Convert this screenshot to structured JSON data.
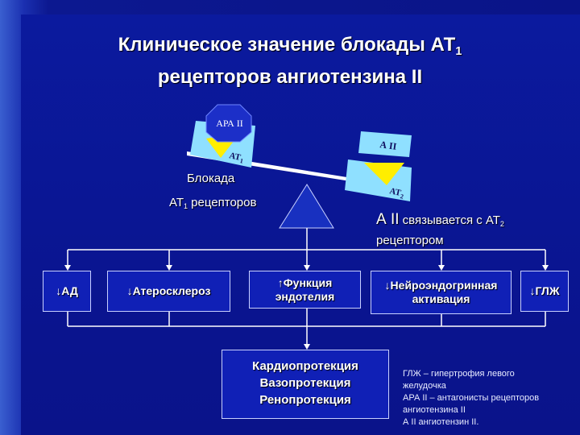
{
  "title": {
    "line1_main": "Клиническое значение блокады АТ",
    "line1_sub": "1",
    "line2": "рецепторов ангиотензина II"
  },
  "scale": {
    "left_octagon": "АРА II",
    "left_receptor": "АТ",
    "left_receptor_sub": "1",
    "right_ligand": "А II",
    "right_receptor": "АТ",
    "right_receptor_sub": "2"
  },
  "blockade_label": {
    "line1": "Блокада",
    "line2_main": "АТ",
    "line2_sub": "1",
    "line2_rest": " рецепторов"
  },
  "binding_label": {
    "part1": "А II",
    "part2": " связывается с  АТ",
    "sub": "2",
    "line2": "рецептором"
  },
  "effects": [
    {
      "arrow": "↓",
      "text": "АД"
    },
    {
      "arrow": "↓",
      "text": "Атеросклероз"
    },
    {
      "arrow": "↑",
      "text": "Функция эндотелия"
    },
    {
      "arrow": "↓",
      "text": "Нейроэндогринная активация"
    },
    {
      "arrow": "↓",
      "text": "ГЛЖ"
    }
  ],
  "outcome": [
    "Кардиопротекция",
    "Вазопротекция",
    "Ренопротекция"
  ],
  "footnote": [
    "ГЛЖ – гипертрофия левого",
    "желудочка",
    "АРА II – антагонисты рецепторов",
    "ангиотензина II",
    "А II ангиотензин II."
  ],
  "colors": {
    "background": "#0a1591",
    "box_fill": "#1020b6",
    "receptor_fill": "#8fe0ff",
    "ligand_fill": "#ffee00",
    "octagon_fill": "#1c2fc8",
    "line": "#ffffff"
  }
}
